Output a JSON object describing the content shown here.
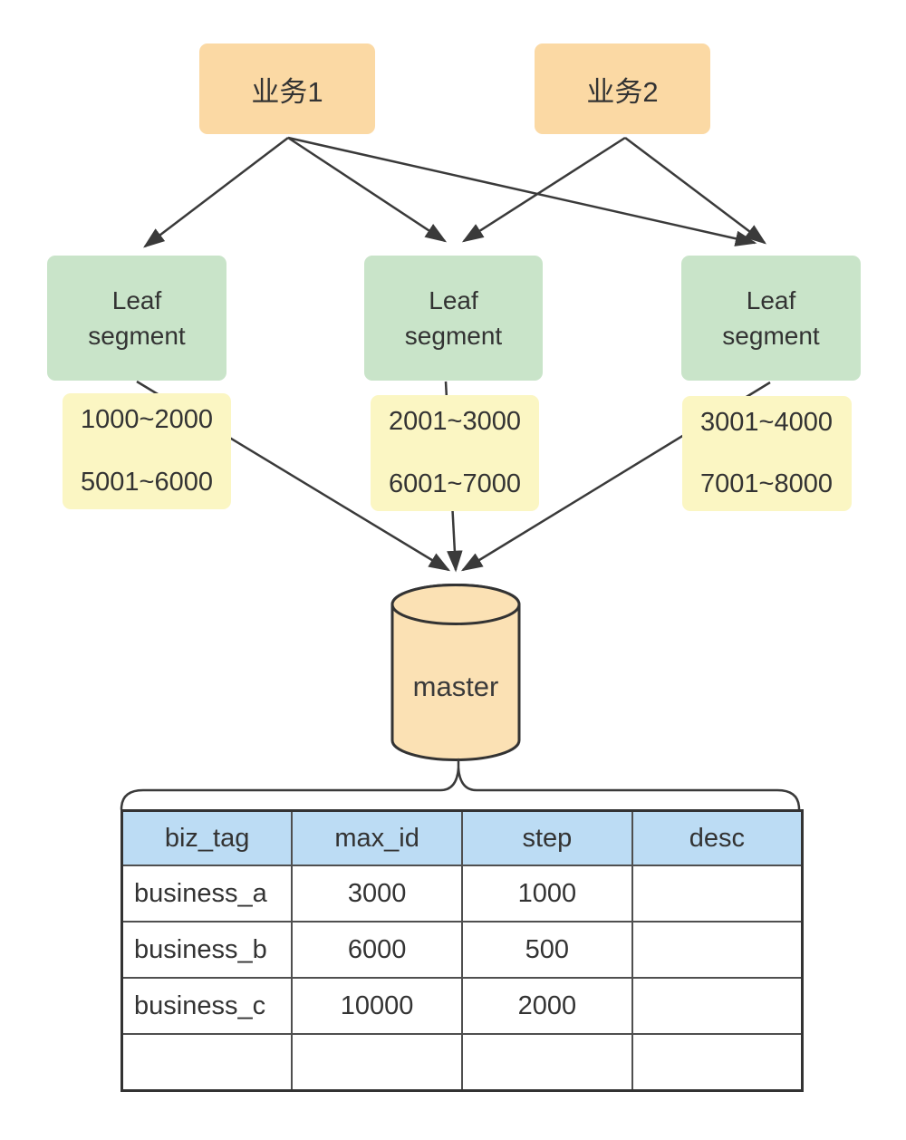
{
  "colors": {
    "business_box": "#FBD9A4",
    "leaf_box": "#C9E4C9",
    "range_box": "#FBF6C3",
    "database_fill": "#FBE1B4",
    "table_header": "#BCDCF4",
    "line": "#3A3A3A",
    "text": "#333333"
  },
  "diagram": {
    "business_nodes": [
      {
        "label": "业务1"
      },
      {
        "label": "业务2"
      }
    ],
    "leaf_nodes": [
      {
        "line1": "Leaf",
        "line2": "segment",
        "ranges": [
          "1000~2000",
          "5001~6000"
        ]
      },
      {
        "line1": "Leaf",
        "line2": "segment",
        "ranges": [
          "2001~3000",
          "6001~7000"
        ]
      },
      {
        "line1": "Leaf",
        "line2": "segment",
        "ranges": [
          "3001~4000",
          "7001~8000"
        ]
      }
    ],
    "database": {
      "label": "master"
    }
  },
  "table": {
    "headers": [
      "biz_tag",
      "max_id",
      "step",
      "desc"
    ],
    "rows": [
      [
        "business_a",
        "3000",
        "1000",
        ""
      ],
      [
        "business_b",
        "6000",
        "500",
        ""
      ],
      [
        "business_c",
        "10000",
        "2000",
        ""
      ],
      [
        "",
        "",
        "",
        ""
      ]
    ]
  }
}
